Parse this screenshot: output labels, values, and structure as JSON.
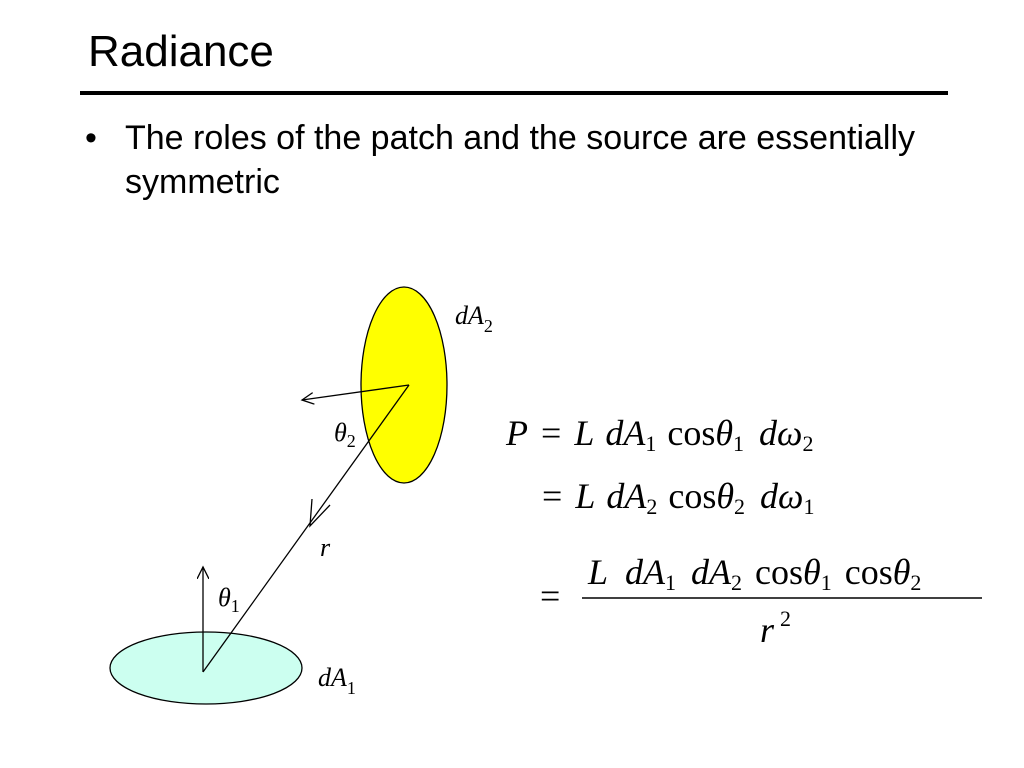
{
  "slide": {
    "title": "Radiance",
    "bullet_symbol": "•",
    "bullet_text": "The roles of the patch and the source are essentially symmetric"
  },
  "diagram": {
    "patch1_label": {
      "main": "dA",
      "sub": "1"
    },
    "patch2_label": {
      "main": "dA",
      "sub": "2"
    },
    "r_label": "r",
    "theta1_label": {
      "main": "θ",
      "sub": "1"
    },
    "theta2_label": {
      "main": "θ",
      "sub": "2"
    },
    "patch1_color": "#ccfff0",
    "patch2_color": "#ffff00"
  },
  "equations": {
    "line1": {
      "lhs": "P",
      "eq": "=",
      "L": "L",
      "dA": "dA",
      "dA_sub": "1",
      "cos": "cos",
      "theta": "θ",
      "theta_sub": "1",
      "d": "d",
      "omega": "ω",
      "omega_sub": "2"
    },
    "line2": {
      "eq": "=",
      "L": "L",
      "dA": "dA",
      "dA_sub": "2",
      "cos": "cos",
      "theta": "θ",
      "theta_sub": "2",
      "d": "d",
      "omega": "ω",
      "omega_sub": "1"
    },
    "line3": {
      "eq": "=",
      "num_L": "L",
      "num_dA1": "dA",
      "num_dA1_sub": "1",
      "num_dA2": "dA",
      "num_dA2_sub": "2",
      "num_cos1": "cos",
      "num_theta1": "θ",
      "num_theta1_sub": "1",
      "num_cos2": "cos",
      "num_theta2": "θ",
      "num_theta2_sub": "2",
      "den_r": "r",
      "den_exp": "2"
    }
  }
}
